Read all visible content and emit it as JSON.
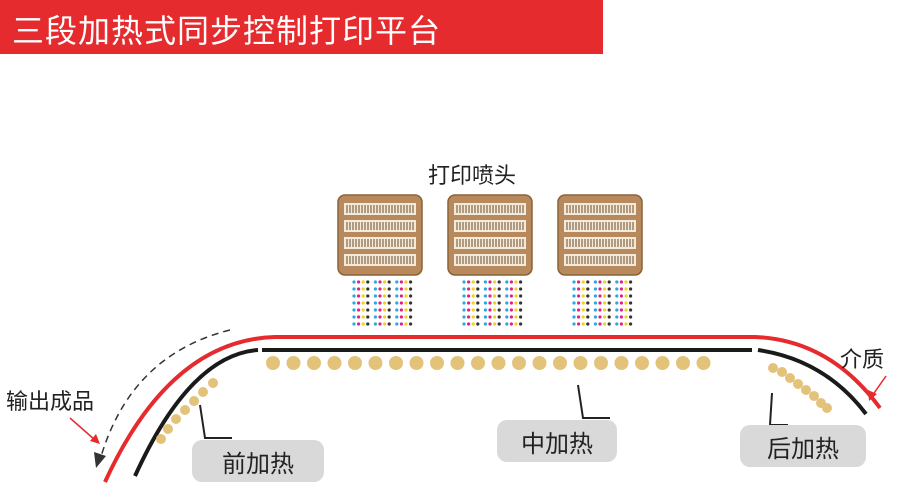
{
  "title": "三段加热式同步控制打印平台",
  "labels": {
    "printhead": "打印喷头",
    "output": "输出成品",
    "medium": "介质",
    "preheat": "前加热",
    "midheat": "中加热",
    "postheat": "后加热"
  },
  "colors": {
    "title_bg": "#e52b2e",
    "media_red": "#e52b2e",
    "platen": "#1a1a1a",
    "heater_dot": "#e3c27a",
    "pill_bg": "#d9d9d9",
    "head_body": "#b8895c"
  },
  "ink_colors": [
    "#2aa8e0",
    "#e0218a",
    "#f2d21b",
    "#333333"
  ]
}
